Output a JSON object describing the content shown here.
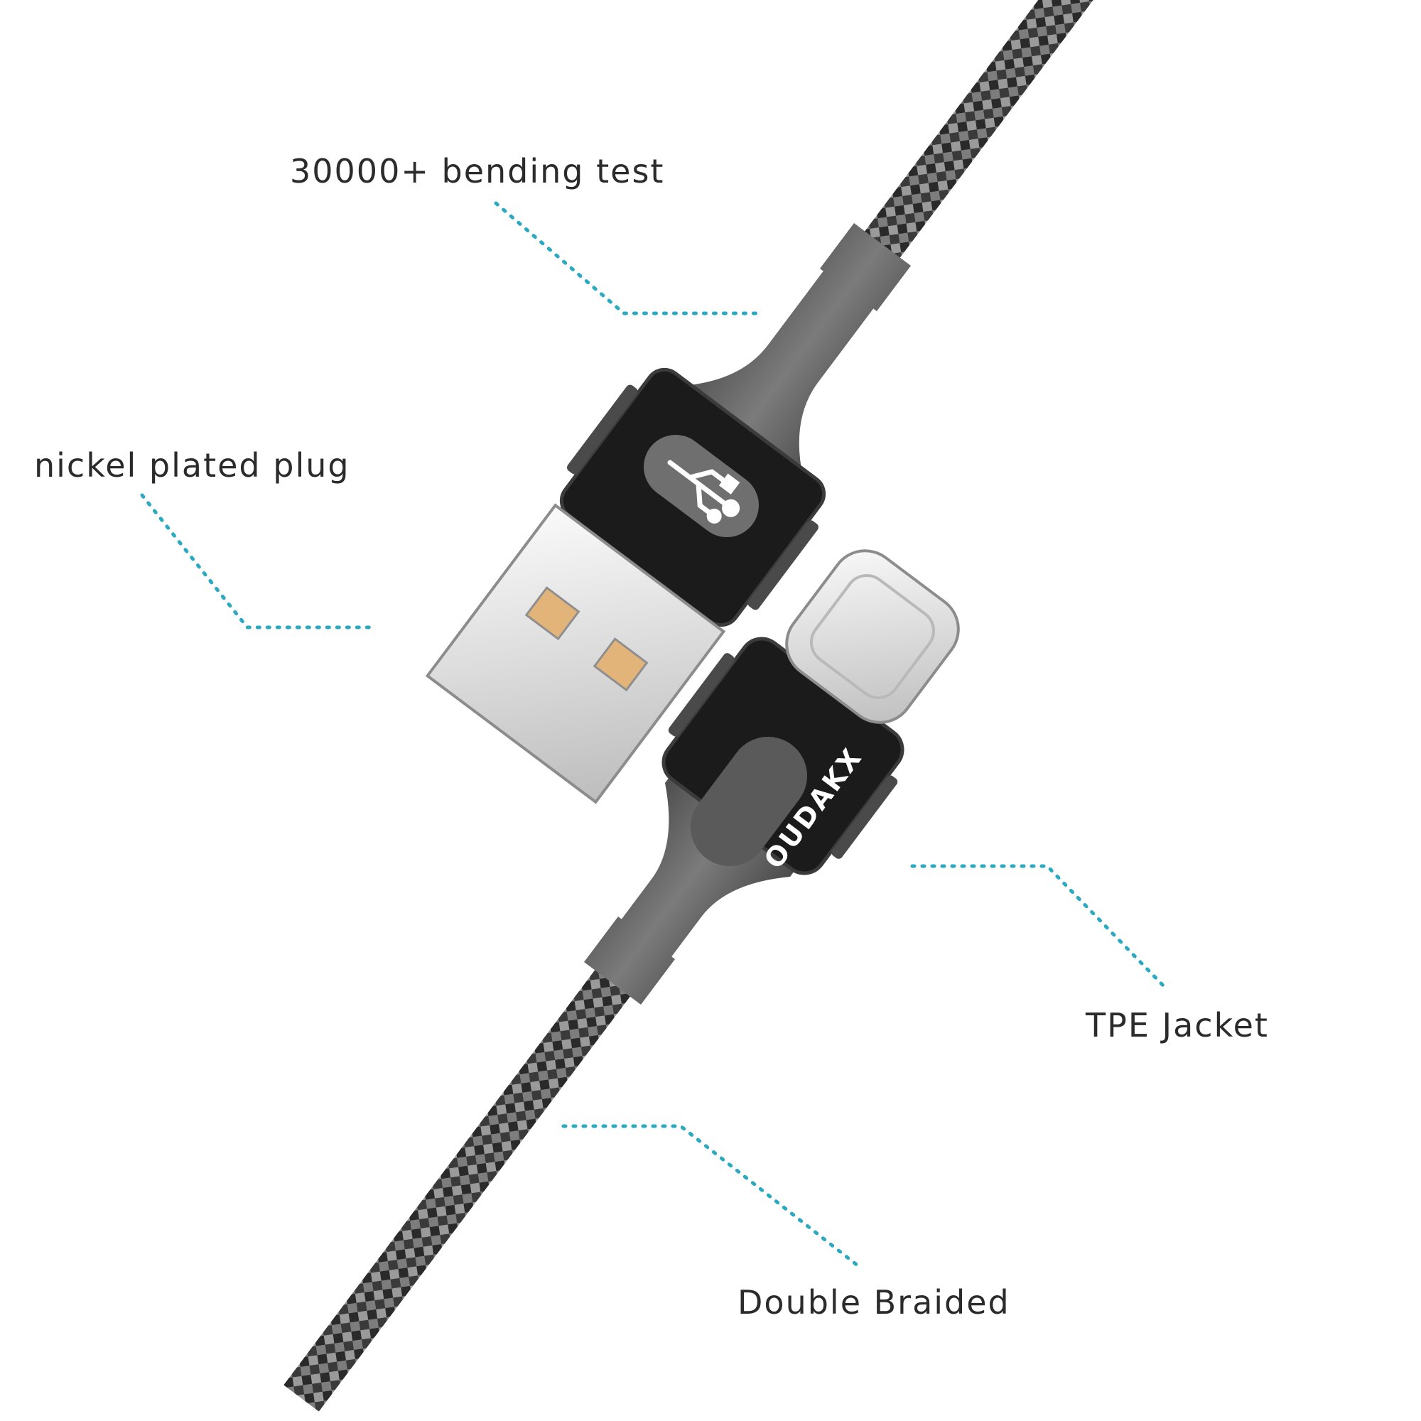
{
  "image": {
    "subject": "braided USB-A to USB-C charging cable",
    "background_color": "#ffffff",
    "accent_color": "#2aa9c0",
    "brand_mark": "OUDAKX",
    "icons": [
      "usb-symbol-icon"
    ]
  },
  "callouts": {
    "bending": "30000+ bending test",
    "nickel": "nickel plated plug",
    "tpe": "TPE Jacket",
    "braided": "Double Braided"
  }
}
